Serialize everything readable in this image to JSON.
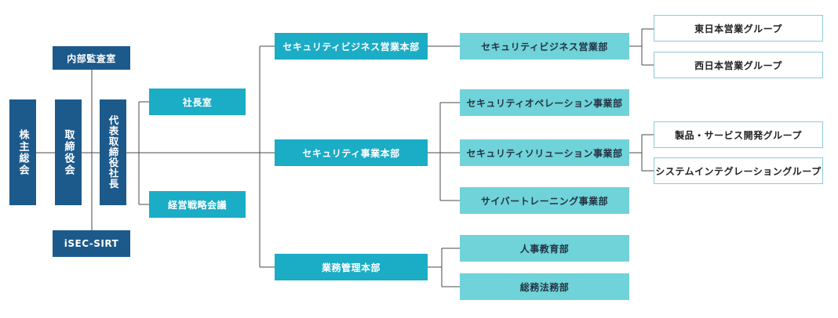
{
  "governance": {
    "shareholders": "株主総会",
    "board": "取締役会",
    "president": "代表取締役社長",
    "audit": "内部監査室",
    "sirt": "iSEC-SIRT",
    "president_office": "社長室",
    "strategy_meeting": "経営戦略会議"
  },
  "divisions": {
    "sales_hq": {
      "label": "セキュリティビジネス営業本部",
      "department": "セキュリティビジネス営業部",
      "groups": [
        "東日本営業グループ",
        "西日本営業グループ"
      ]
    },
    "security_hq": {
      "label": "セキュリティ事業本部",
      "departments": [
        "セキュリティオペレーション事業部",
        "セキュリティソリューション事業部",
        "サイバートレーニング事業部"
      ],
      "solution_groups": [
        "製品・サービス開発グループ",
        "システムインテグレーショングループ"
      ]
    },
    "admin_hq": {
      "label": "業務管理本部",
      "departments": [
        "人事教育部",
        "総務法務部"
      ]
    }
  },
  "colors": {
    "dark_navy": "#1d5a8c",
    "mid_cyan": "#1bacc6",
    "light_cyan": "#6fd3d9",
    "outline": "#8ec9d6",
    "line": "#4a4a4a"
  }
}
